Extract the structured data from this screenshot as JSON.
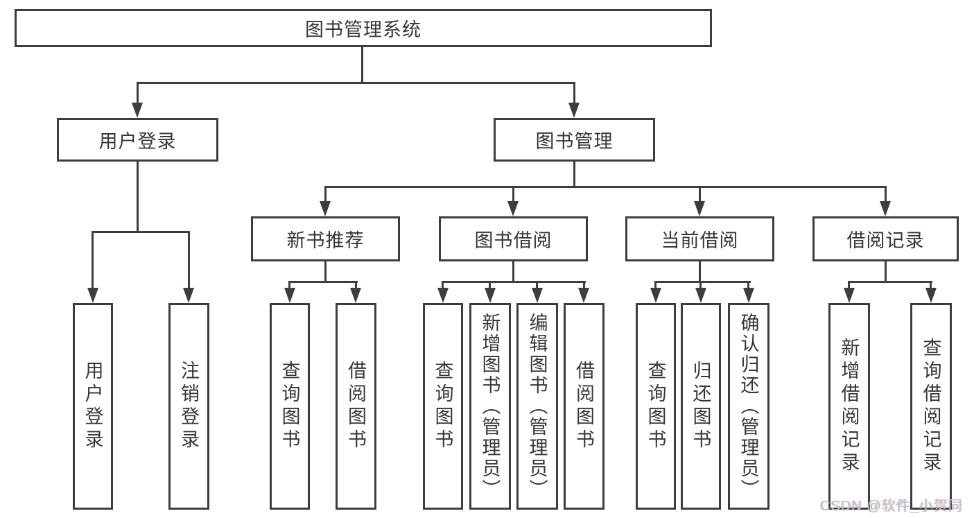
{
  "diagram": {
    "root": {
      "label": "图书管理系统"
    },
    "level1": [
      {
        "label": "用户登录"
      },
      {
        "label": "图书管理"
      }
    ],
    "level2": [
      {
        "label": "新书推荐"
      },
      {
        "label": "图书借阅"
      },
      {
        "label": "当前借阅"
      },
      {
        "label": "借阅记录"
      }
    ],
    "leaves": {
      "user_login": [
        {
          "label": "用户登录"
        },
        {
          "label": "注销登录"
        }
      ],
      "new_book": [
        {
          "label": "查询图书"
        },
        {
          "label": "借阅图书"
        }
      ],
      "book_borrow": [
        {
          "label": "查询图书"
        },
        {
          "label": "新增图书（管理员）"
        },
        {
          "label": "编辑图书（管理员）"
        },
        {
          "label": "借阅图书"
        }
      ],
      "current_borrow": [
        {
          "label": "查询图书"
        },
        {
          "label": "归还图书"
        },
        {
          "label": "确认归还（管理员）"
        }
      ],
      "borrow_records": [
        {
          "label": "新增借阅记录"
        },
        {
          "label": "查询借阅记录"
        }
      ]
    }
  },
  "watermark": {
    "text": "CSDN @软件_小贺同学"
  },
  "colors": {
    "line": "#3d3d3d",
    "text": "#363636",
    "watermark": "#c3c3c9",
    "background": "#ffffff"
  }
}
